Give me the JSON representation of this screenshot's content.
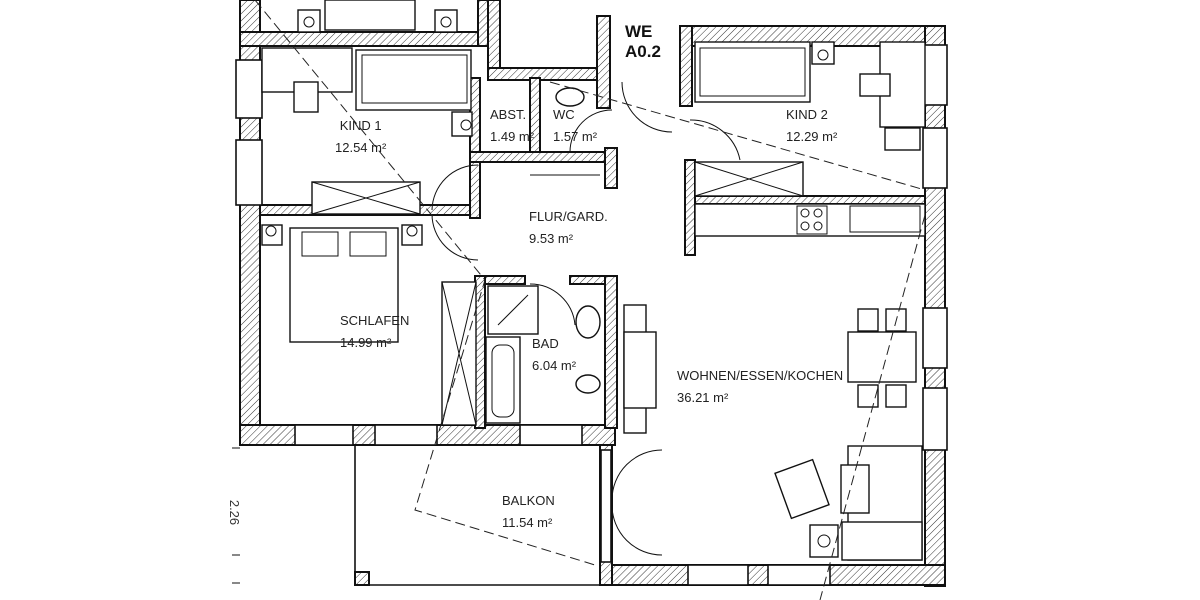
{
  "plan": {
    "unit_id_line1": "WE",
    "unit_id_line2": "A0.2",
    "dimension_label": "2.26",
    "rooms": [
      {
        "name": "KIND 1",
        "area": "12.54 m²"
      },
      {
        "name": "ABST.",
        "area": "1.49 m²"
      },
      {
        "name": "WC",
        "area": "1.57 m²"
      },
      {
        "name": "KIND 2",
        "area": "12.29 m²"
      },
      {
        "name": "FLUR/GARD.",
        "area": "9.53 m²"
      },
      {
        "name": "SCHLAFEN",
        "area": "14.99 m²"
      },
      {
        "name": "BAD",
        "area": "6.04 m²"
      },
      {
        "name": "WOHNEN/ESSEN/KOCHEN",
        "area": "36.21 m²"
      },
      {
        "name": "BALKON",
        "area": "11.54 m²"
      }
    ]
  },
  "colors": {
    "line": "#111111",
    "background": "#ffffff"
  }
}
